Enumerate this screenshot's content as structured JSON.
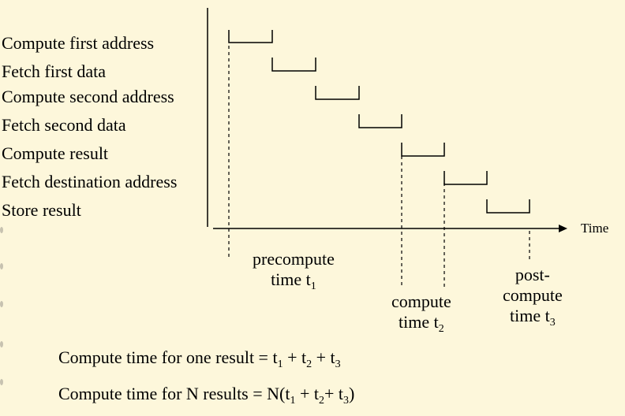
{
  "rows": [
    "Compute first address",
    "Fetch first data",
    "Compute second address",
    "Fetch second data",
    "Compute result",
    "Fetch destination address",
    "Store result"
  ],
  "axis": {
    "time_label": "Time"
  },
  "phases": {
    "precompute": {
      "line1": "precompute",
      "line2": "time t",
      "sub": "1"
    },
    "compute": {
      "line1": "compute",
      "line2": "time t",
      "sub": "2"
    },
    "postcompute": {
      "line1": "post-",
      "line2": "compute",
      "line3": "time t",
      "sub": "3"
    }
  },
  "formulas": {
    "one": {
      "prefix": "Compute time for one result = t",
      "sub1": "1",
      "plus1": " + t",
      "sub2": "2",
      "plus2": " + t",
      "sub3": "3"
    },
    "n": {
      "prefix": "Compute time for N results = N(t",
      "sub1": "1",
      "plus1": " + t",
      "sub2": "2",
      "plus2": "+ t",
      "sub3": "3",
      "suffix": ")"
    }
  }
}
